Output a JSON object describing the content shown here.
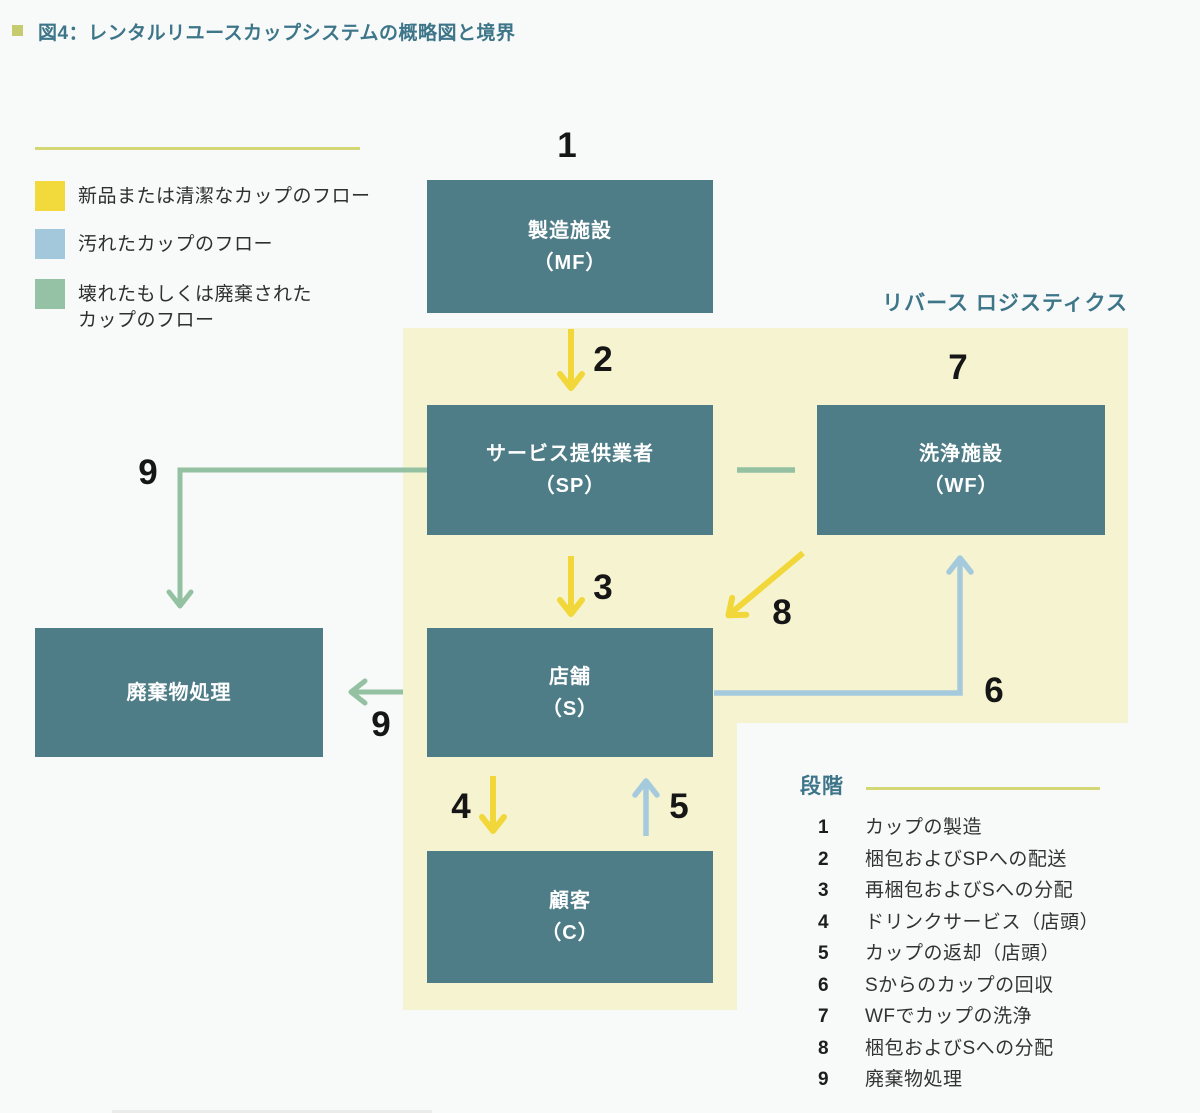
{
  "header": {
    "title": "図4：レンタルリユースカップシステムの概略図と境界"
  },
  "colors": {
    "flow_new_clean": "#f1d73a",
    "flow_dirty": "#a6cadd",
    "flow_broken_discarded": "#93c1a2",
    "node_fill": "#4e7d87",
    "node_text": "#ffffff",
    "region_fill": "#f6f4d0",
    "heading_teal": "#3d7589",
    "rule_yellow_green": "#d3d774",
    "number_text": "#161616"
  },
  "legend": {
    "items": [
      {
        "swatch": "yellow-swatch",
        "color": "#f2d93c",
        "line1": "新品または清潔なカップのフロー",
        "line2": ""
      },
      {
        "swatch": "blue-swatch",
        "color": "#a3c8dc",
        "line1": "汚れたカップのフロー",
        "line2": ""
      },
      {
        "swatch": "green-swatch",
        "color": "#95c2a4",
        "line1": "壊れたもしくは廃棄された",
        "line2": "カップのフロー"
      }
    ]
  },
  "region": {
    "label": "リバース ロジスティクス"
  },
  "nodes": {
    "mf": {
      "line1": "製造施設",
      "line2": "（MF）"
    },
    "sp": {
      "line1": "サービス提供業者",
      "line2": "（SP）"
    },
    "wf": {
      "line1": "洗浄施設",
      "line2": "（WF）"
    },
    "s": {
      "line1": "店舗",
      "line2": "（S）"
    },
    "c": {
      "line1": "顧客",
      "line2": "（C）"
    },
    "waste": {
      "line1": "廃棄物処理"
    }
  },
  "flow_numbers": {
    "n1": "1",
    "n2": "2",
    "n3": "3",
    "n4": "4",
    "n5": "5",
    "n6": "6",
    "n7": "7",
    "n8": "8",
    "n9_top": "9",
    "n9_bottom": "9"
  },
  "stages": {
    "title": "段階",
    "items": [
      {
        "num": "1",
        "label": "カップの製造"
      },
      {
        "num": "2",
        "label": "梱包およびSPへの配送"
      },
      {
        "num": "3",
        "label": "再梱包およびSへの分配"
      },
      {
        "num": "4",
        "label": "ドリンクサービス（店頭）"
      },
      {
        "num": "5",
        "label": "カップの返却（店頭）"
      },
      {
        "num": "6",
        "label": "Sからのカップの回収"
      },
      {
        "num": "7",
        "label": "WFでカップの洗浄"
      },
      {
        "num": "8",
        "label": "梱包およびSへの分配"
      },
      {
        "num": "9",
        "label": "廃棄物処理"
      }
    ]
  }
}
